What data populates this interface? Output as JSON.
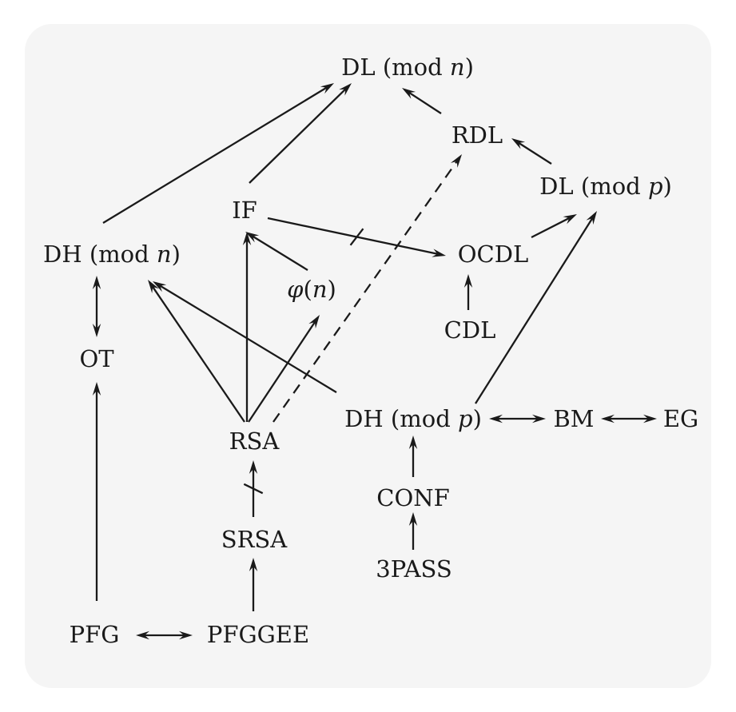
{
  "nodes": {
    "dl_n": "DL (mod n)",
    "rdl": "RDL",
    "dl_p": "DL (mod p)",
    "if": "IF",
    "dh_n": "DH (mod n)",
    "ocdl": "OCDL",
    "phi_n": "φ(n)",
    "cdl": "CDL",
    "ot": "OT",
    "dh_p": "DH (mod p)",
    "bm": "BM",
    "eg": "EG",
    "rsa": "RSA",
    "conf": "CONF",
    "srsa": "SRSA",
    "threepass": "3PASS",
    "pfg": "PFG",
    "pfggee": "PFGGEE"
  },
  "edges": [
    {
      "from": "dh_n",
      "to": "dl_n",
      "style": "solid",
      "heads": "end",
      "crossed": false
    },
    {
      "from": "if",
      "to": "dl_n",
      "style": "solid",
      "heads": "end",
      "crossed": false
    },
    {
      "from": "rdl",
      "to": "dl_n",
      "style": "solid",
      "heads": "end",
      "crossed": false
    },
    {
      "from": "dl_p",
      "to": "rdl",
      "style": "solid",
      "heads": "end",
      "crossed": false
    },
    {
      "from": "if",
      "to": "ocdl",
      "style": "solid",
      "heads": "end",
      "crossed": true
    },
    {
      "from": "ocdl",
      "to": "dl_p",
      "style": "solid",
      "heads": "end",
      "crossed": false
    },
    {
      "from": "cdl",
      "to": "ocdl",
      "style": "solid",
      "heads": "end",
      "crossed": false
    },
    {
      "from": "phi_n",
      "to": "if",
      "style": "solid",
      "heads": "end",
      "crossed": false
    },
    {
      "from": "rsa",
      "to": "if",
      "style": "solid",
      "heads": "end",
      "crossed": false
    },
    {
      "from": "rsa",
      "to": "phi_n",
      "style": "solid",
      "heads": "end",
      "crossed": false
    },
    {
      "from": "rsa",
      "to": "dh_n",
      "style": "solid",
      "heads": "end",
      "crossed": false
    },
    {
      "from": "dh_p",
      "to": "dh_n",
      "style": "solid",
      "heads": "end",
      "crossed": false
    },
    {
      "from": "rsa",
      "to": "rdl",
      "style": "dashed",
      "heads": "end",
      "crossed": false
    },
    {
      "from": "dh_p",
      "to": "dl_p",
      "style": "solid",
      "heads": "end",
      "crossed": false
    },
    {
      "from": "dh_n",
      "to": "ot",
      "style": "solid",
      "heads": "both",
      "crossed": false
    },
    {
      "from": "pfg",
      "to": "ot",
      "style": "solid",
      "heads": "end",
      "crossed": false
    },
    {
      "from": "dh_p",
      "to": "bm",
      "style": "solid",
      "heads": "both",
      "crossed": false
    },
    {
      "from": "bm",
      "to": "eg",
      "style": "solid",
      "heads": "both",
      "crossed": false
    },
    {
      "from": "conf",
      "to": "dh_p",
      "style": "solid",
      "heads": "end",
      "crossed": false
    },
    {
      "from": "threepass",
      "to": "conf",
      "style": "solid",
      "heads": "end",
      "crossed": false
    },
    {
      "from": "srsa",
      "to": "rsa",
      "style": "solid",
      "heads": "end",
      "crossed": true
    },
    {
      "from": "pfggee",
      "to": "srsa",
      "style": "solid",
      "heads": "end",
      "crossed": false
    },
    {
      "from": "pfg",
      "to": "pfggee",
      "style": "solid",
      "heads": "both",
      "crossed": false
    }
  ]
}
